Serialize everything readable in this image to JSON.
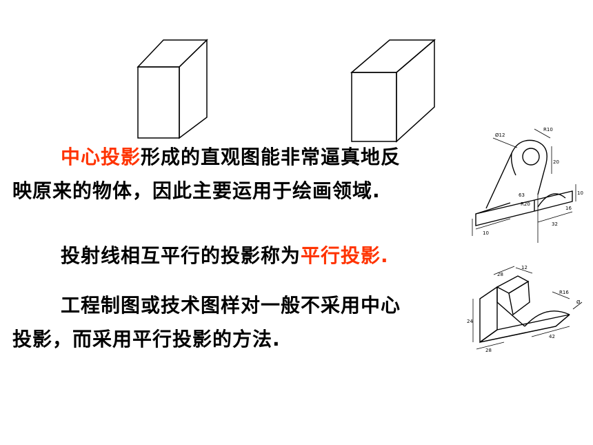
{
  "paragraphs": {
    "p1": {
      "highlight": "中心投影",
      "rest1": "形成的直观图能非常逼真地反",
      "line2": "映原来的物体，因此主要运用于绘画领域."
    },
    "p2": {
      "text": "投射线相互平行的投影称为",
      "highlight": "平行投影."
    },
    "p3": {
      "line1": "工程制图或技术图样对一般不采用中心",
      "line2": "投影，而采用平行投影的方法."
    }
  },
  "colors": {
    "highlight": "#ff3300",
    "text": "#000000"
  },
  "figures": {
    "box_perspective": "box-outline",
    "box_parallel": "box-outline",
    "part_top": "technical-isometric-drawing",
    "part_bottom": "technical-isometric-drawing"
  },
  "dims_top": {
    "d1": "Ø12",
    "d2": "R10",
    "d3": "20",
    "d4": "63",
    "d5": "R20",
    "d6": "16",
    "d7": "10",
    "d8": "32",
    "d9": "10"
  },
  "dims_bottom": {
    "d1": "28",
    "d2": "12",
    "d3": "R16",
    "d4": "24",
    "d5": "28",
    "d6": "42",
    "d7": "Ø"
  }
}
